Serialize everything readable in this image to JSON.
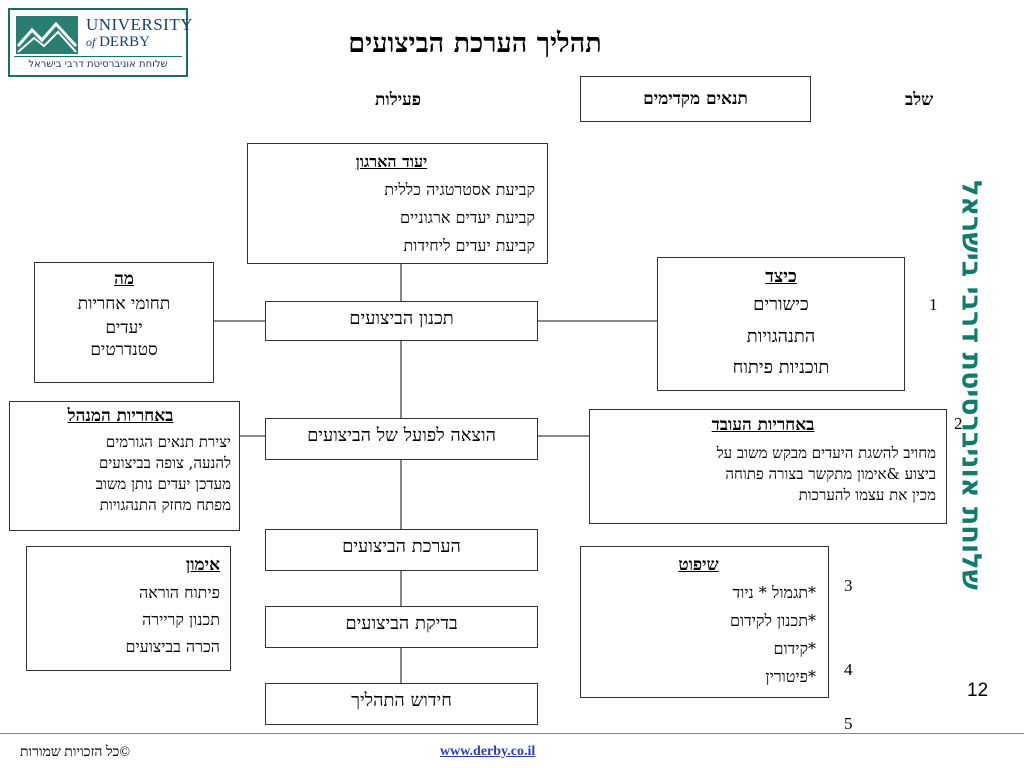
{
  "logo": {
    "university": "UNIVERSITY",
    "of": "of",
    "derby": "DERBY",
    "subtitle": "שלוחת אוניברסיטת דרבי בישראל"
  },
  "title": "תהליך הערכת הביצועים",
  "headers": {
    "stage": "שלב",
    "prerequisites": "תנאים מקדימים",
    "activities": "פעילות"
  },
  "org_box": {
    "title": "יעוד הארגון",
    "lines": [
      "קביעת אסטרטגיה כללית",
      "קביעת יעדים ארגוניים",
      "קביעת יעדים ליחידות"
    ]
  },
  "center_steps": [
    "תכנון הביצועים",
    "הוצאה לפועל של הביצועים",
    "הערכת הביצועים",
    "בדיקת הביצועים",
    "חידוש התהליך"
  ],
  "what_box": {
    "title": "מה",
    "lines": [
      "תחומי אחריות",
      "יעדים",
      "סטנדרטים"
    ]
  },
  "how_box": {
    "title": "כיצד",
    "lines": [
      "כישורים",
      "התנהגויות",
      "תוכניות פיתוח"
    ]
  },
  "manager_box": {
    "title": "באחריות המנהל",
    "lines": [
      "יצירת תנאים הגורמים",
      "להנעה, צופה בביצועים",
      "מעדכן יעדים נותן משוב",
      "מפתח מחזק התנהגויות"
    ]
  },
  "employee_box": {
    "title": "באחריות העובד",
    "lines": [
      "מחויב להשגת היעדים מבקש משוב על",
      "ביצוע &אימון מתקשר בצורה פתוחה",
      "מכין את עצמו להערכות"
    ]
  },
  "coaching_box": {
    "title": "אימון",
    "lines": [
      "פיתוח הוראה",
      "תכנון קריירה",
      "הכרה בביצועים"
    ]
  },
  "judgment_box": {
    "title": "שיפוט",
    "lines": [
      "*תגמול  * ניוד",
      "*תכנון לקידום",
      "*קידום",
      "*פיטורין"
    ]
  },
  "stage_numbers": [
    "1",
    "2",
    "3",
    "4",
    "5"
  ],
  "slide_number": "12",
  "vertical_text": "שלוחת אוניברסיטת דרבי בישראל",
  "footer": {
    "link": "www.derby.co.il",
    "copyright": "©כל הזכויות שמורות"
  },
  "colors": {
    "brand_green": "#137a6e",
    "link_blue": "#2b3fb0"
  }
}
